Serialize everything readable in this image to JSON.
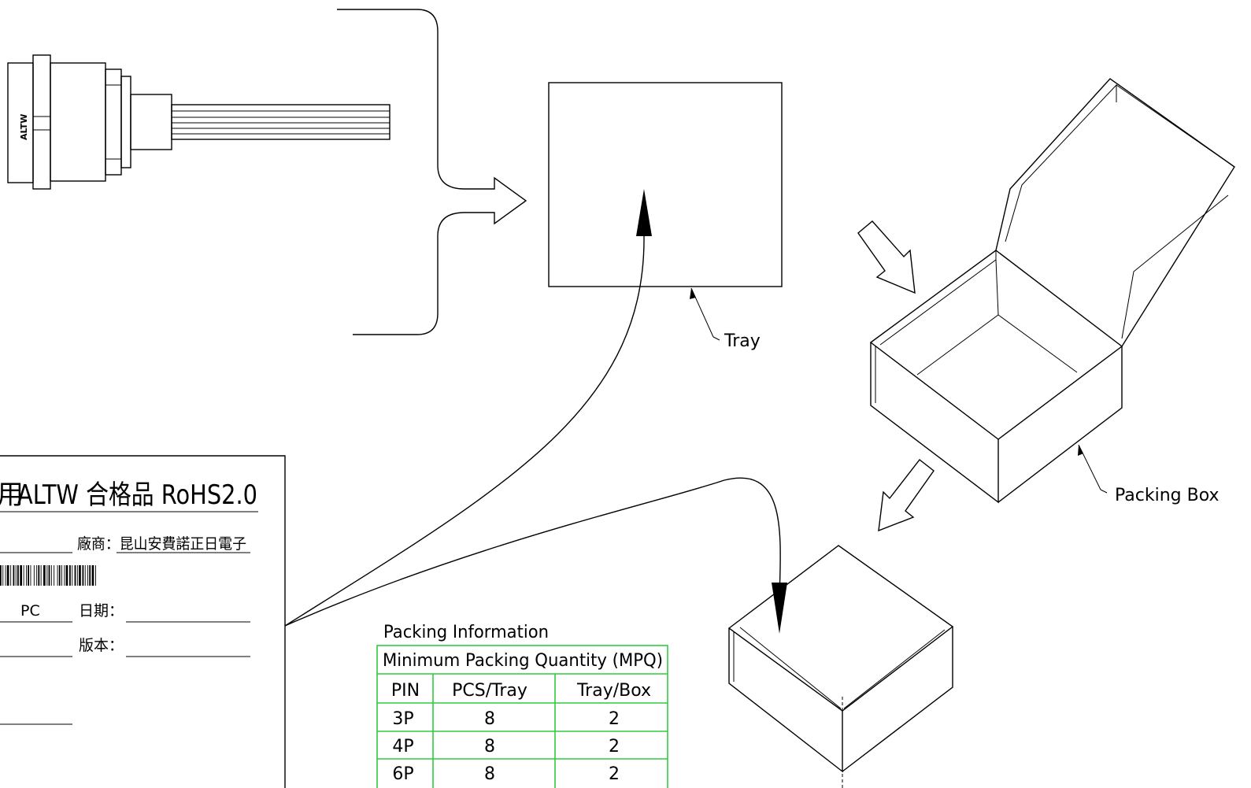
{
  "connector": {
    "marking": "ALTW"
  },
  "callouts": {
    "tray": "Tray",
    "packing_box": "Packing Box"
  },
  "label": {
    "title_prefix": "用",
    "title": "ALTW 合格品 RoHS2.0",
    "vendor": "廠商：昆山安費諾正日電子",
    "unit": "PC",
    "date_label": "日期：",
    "version_label": "版本："
  },
  "packing": {
    "heading": "Packing Information",
    "table_title": "Minimum Packing Quantity (MPQ)",
    "columns": [
      "PIN",
      "PCS/Tray",
      "Tray/Box"
    ],
    "rows": [
      [
        "3P",
        "8",
        "2"
      ],
      [
        "4P",
        "8",
        "2"
      ],
      [
        "6P",
        "8",
        "2"
      ]
    ]
  },
  "colors": {
    "line": "#000000",
    "table_border": "#2ecc40",
    "background": "#ffffff"
  }
}
